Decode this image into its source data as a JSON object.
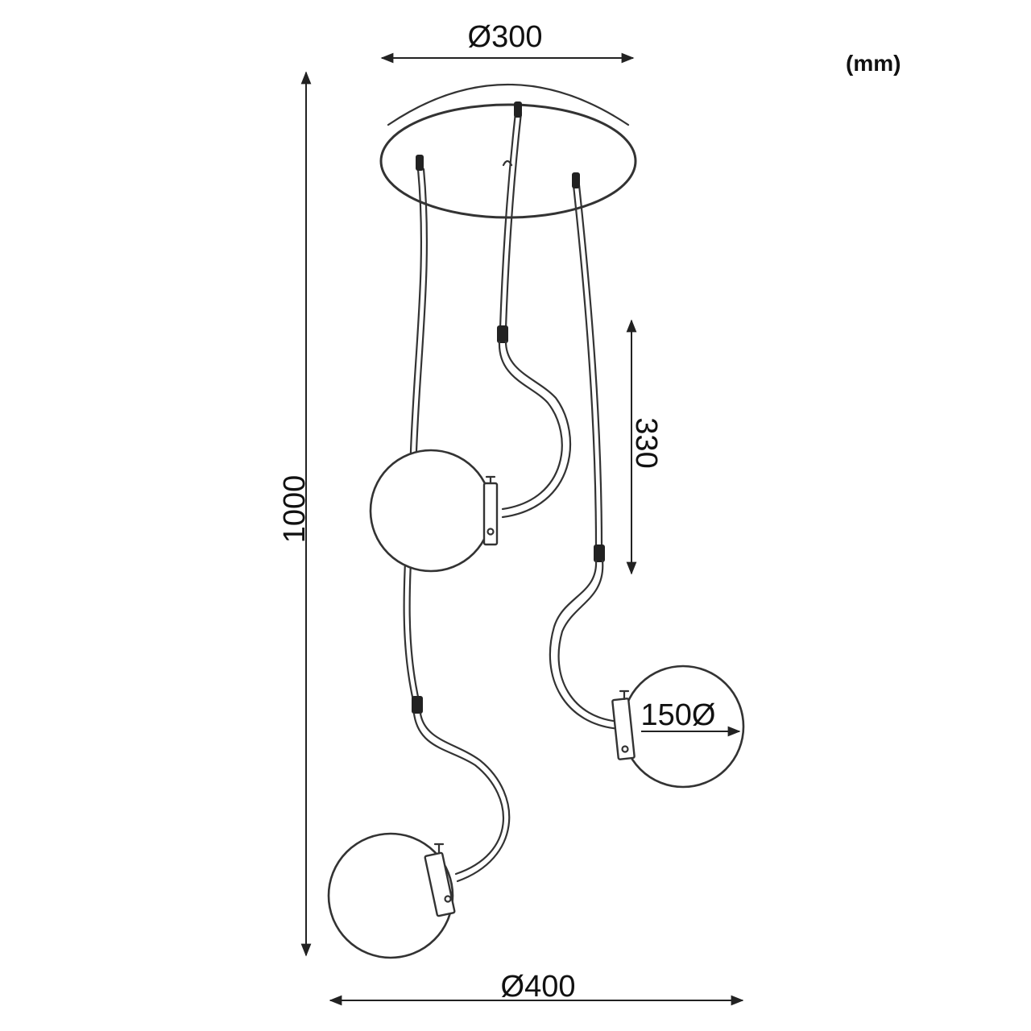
{
  "unit_label": "(mm)",
  "dimensions": {
    "canopy_diameter": "Ø300",
    "overall_height": "1000",
    "drop_height": "330",
    "globe_diameter": "150Ø",
    "spread_diameter": "Ø400"
  },
  "colors": {
    "line": "#333333",
    "background": "#ffffff"
  }
}
